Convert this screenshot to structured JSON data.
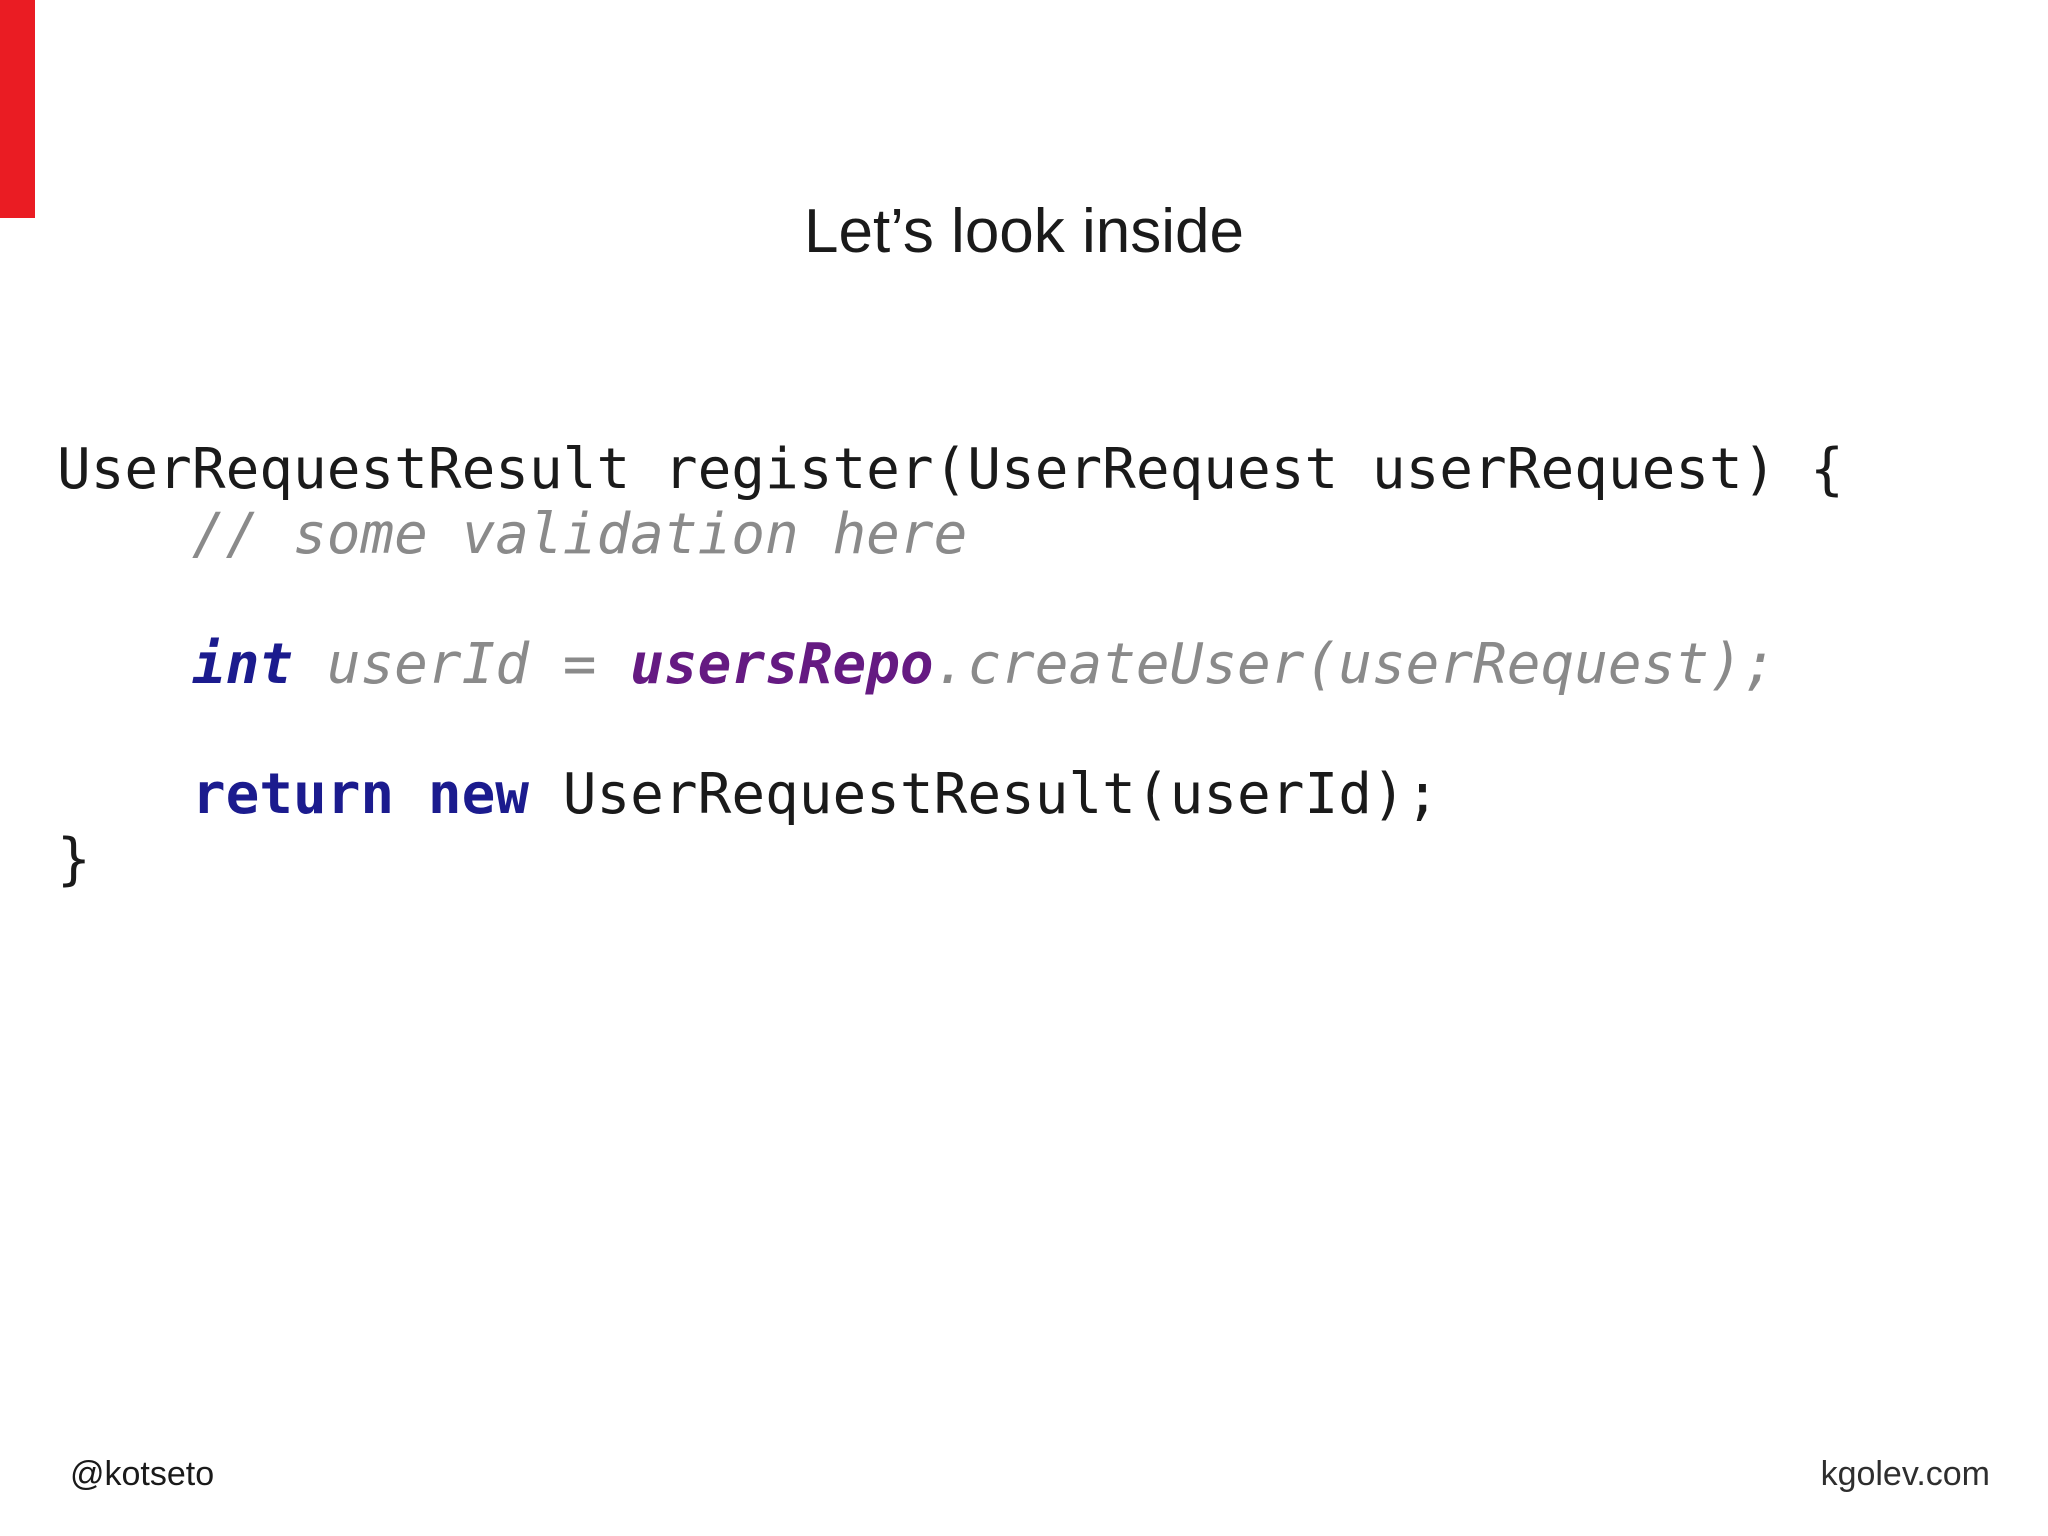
{
  "slide": {
    "title": "Let’s look inside",
    "footer_left": "@kotseto",
    "footer_right": "kgolev.com",
    "accent_color": "#ea1c23"
  },
  "code": {
    "colors": {
      "plain": "#1a1a1a",
      "comment": "#8a8a8a",
      "keyword": "#1b1b8e",
      "field": "#651a82"
    },
    "lines": [
      {
        "segments": [
          {
            "text": "UserRequestResult register(UserRequest userRequest) {",
            "style": "plain"
          }
        ]
      },
      {
        "segments": [
          {
            "text": "    ",
            "style": "plain"
          },
          {
            "text": "// some validation here",
            "style": "comment"
          }
        ]
      },
      {
        "segments": []
      },
      {
        "segments": [
          {
            "text": "    ",
            "style": "plain"
          },
          {
            "text": "int",
            "style": "keyword_italic"
          },
          {
            "text": " ",
            "style": "plain"
          },
          {
            "text": "userId = ",
            "style": "muted_italic"
          },
          {
            "text": "usersRepo",
            "style": "field_bold_italic"
          },
          {
            "text": ".createUser(userRequest);",
            "style": "muted_italic"
          }
        ]
      },
      {
        "segments": []
      },
      {
        "segments": [
          {
            "text": "    ",
            "style": "plain"
          },
          {
            "text": "return",
            "style": "keyword_bold"
          },
          {
            "text": " ",
            "style": "plain"
          },
          {
            "text": "new",
            "style": "keyword_bold"
          },
          {
            "text": " UserRequestResult(userId);",
            "style": "plain"
          }
        ]
      },
      {
        "segments": [
          {
            "text": "}",
            "style": "plain"
          }
        ]
      }
    ]
  }
}
